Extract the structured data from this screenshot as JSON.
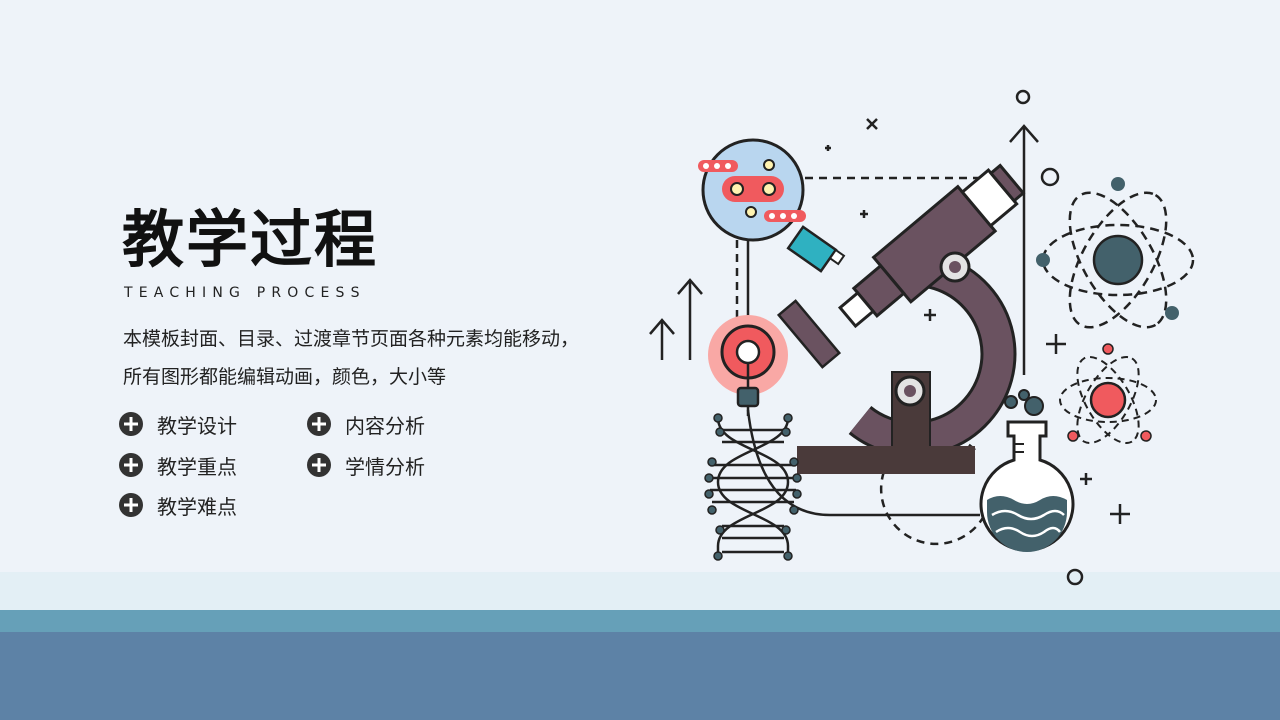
{
  "title": "教学过程",
  "subtitle": "TEACHING PROCESS",
  "description": {
    "line1": "本模板封面、目录、过渡章节页面各种元素均能移动，",
    "line2": "所有图形都能编辑动画，颜色，大小等"
  },
  "menu": [
    {
      "label": "教学设计",
      "icon": "plus-circle-icon"
    },
    {
      "label": "内容分析",
      "icon": "plus-circle-icon"
    },
    {
      "label": "教学重点",
      "icon": "plus-circle-icon"
    },
    {
      "label": "学情分析",
      "icon": "plus-circle-icon"
    },
    {
      "label": "教学难点",
      "icon": "plus-circle-icon"
    }
  ],
  "colors": {
    "background": "#eef3f9",
    "band_light": "#e3eff5",
    "band_mid": "#66a0b8",
    "band_dark": "#5d82a6",
    "microscope": "#6a5260",
    "accent_red": "#f05a5e",
    "accent_teal": "#2fb1c1",
    "atom_dark": "#43616b"
  }
}
